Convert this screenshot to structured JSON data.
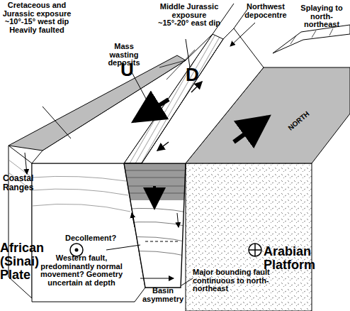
{
  "diagram": {
    "labels": [
      "Cretaceous and Jurassic exposure ~10°-15° west dip Heavily faulted",
      "Mass wasting deposits",
      "Middle Jurassic exposure ~15°-20° east dip",
      "Northwest depocentre",
      "Splaying to north-northeast",
      "U",
      "D",
      "NORTH",
      "Coastal Ranges",
      "African (Sinai) Plate",
      "Arabian Platform",
      "Decollement?",
      "Western fault, predominantly normal movement? Geometry uncertain at depth",
      "Basin asymmetry",
      "Major bounding fault continuous to north-northeast"
    ]
  }
}
